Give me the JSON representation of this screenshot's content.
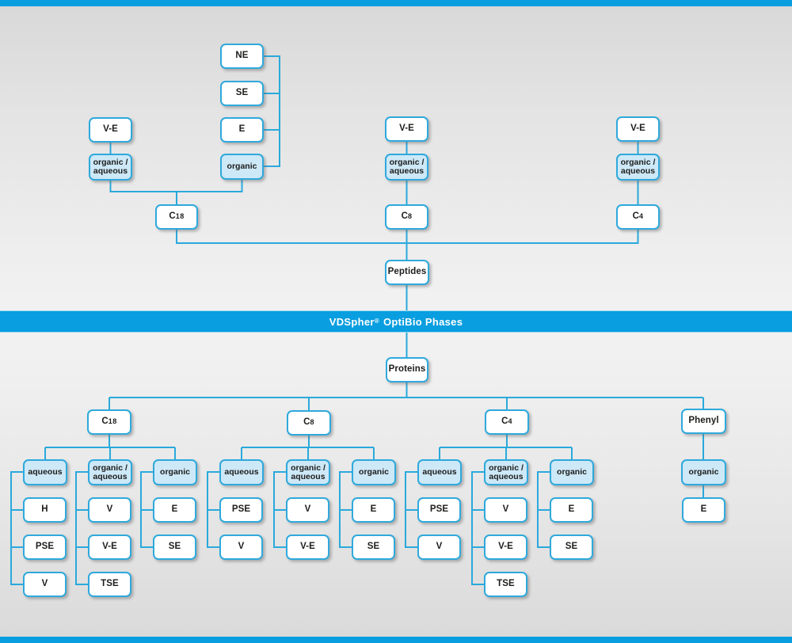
{
  "banner": {
    "brand": "VDSpher",
    "reg_mark": "®",
    "suffix": "OptiBio Phases"
  },
  "colors": {
    "accent_blue": "#089EE0",
    "line_blue": "#2AA9DC",
    "box_border_blue": "#2FA9DC",
    "mode_box_fill": "#CDE8F7",
    "plain_box_fill": "#FFFFFF",
    "text": "#1D1D1B"
  },
  "peptides_tree": {
    "root": "Peptides",
    "c18": {
      "letter": "C",
      "digits": "18",
      "ve": "V-E",
      "mode": [
        "organic /",
        "aqueous"
      ],
      "eluent_stack": [
        "NE",
        "SE",
        "E"
      ],
      "stack_mode": [
        "organic"
      ]
    },
    "c8": {
      "letter": "C",
      "digits": "8",
      "ve": "V-E",
      "mode": [
        "organic /",
        "aqueous"
      ]
    },
    "c4": {
      "letter": "C",
      "digits": "4",
      "ve": "V-E",
      "mode": [
        "organic /",
        "aqueous"
      ]
    }
  },
  "proteins_tree": {
    "root": "Proteins",
    "c18": {
      "letter": "C",
      "digits": "18",
      "groups": [
        {
          "mode": [
            "aqueous"
          ],
          "items": [
            "H",
            "PSE",
            "V"
          ]
        },
        {
          "mode": [
            "organic /",
            "aqueous"
          ],
          "items": [
            "V",
            "V-E",
            "TSE"
          ]
        },
        {
          "mode": [
            "organic"
          ],
          "items": [
            "E",
            "SE"
          ]
        }
      ]
    },
    "c8": {
      "letter": "C",
      "digits": "8",
      "groups": [
        {
          "mode": [
            "aqueous"
          ],
          "items": [
            "PSE",
            "V"
          ]
        },
        {
          "mode": [
            "organic /",
            "aqueous"
          ],
          "items": [
            "V",
            "V-E"
          ]
        },
        {
          "mode": [
            "organic"
          ],
          "items": [
            "E",
            "SE"
          ]
        }
      ]
    },
    "c4": {
      "letter": "C",
      "digits": "4",
      "groups": [
        {
          "mode": [
            "aqueous"
          ],
          "items": [
            "PSE",
            "V"
          ]
        },
        {
          "mode": [
            "organic /",
            "aqueous"
          ],
          "items": [
            "V",
            "V-E",
            "TSE"
          ]
        },
        {
          "mode": [
            "organic"
          ],
          "items": [
            "E",
            "SE"
          ]
        }
      ]
    },
    "phenyl": {
      "label": "Phenyl",
      "groups": [
        {
          "mode": [
            "organic"
          ],
          "items": [
            "E"
          ]
        }
      ]
    }
  }
}
